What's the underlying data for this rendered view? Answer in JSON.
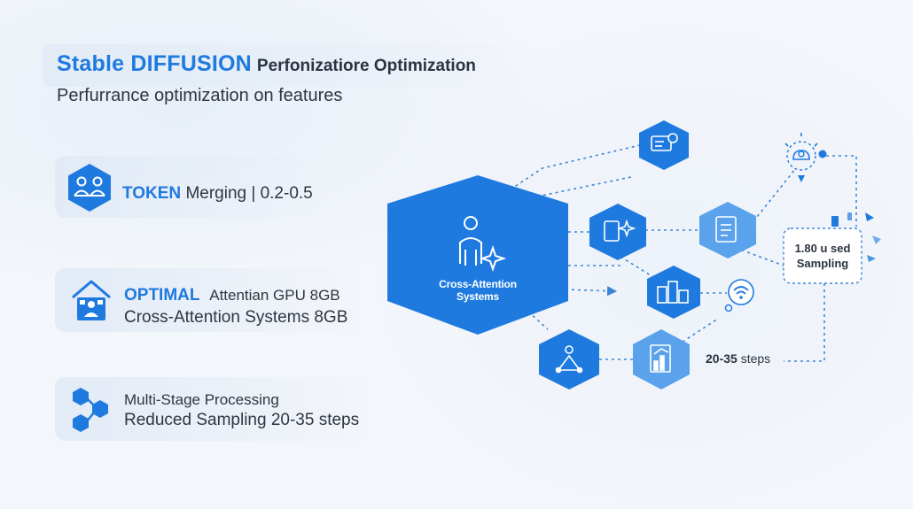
{
  "header": {
    "brand": "Stable DIFFUSION",
    "title_rest": "Perfonizatiore Optimization",
    "subtitle": "Perfurrance optimization on features"
  },
  "cards": [
    {
      "accent": "TOKEN",
      "line1": "Merging | 0.2-0.5",
      "icon": "people-hexagon-icon"
    },
    {
      "accent": "OPTIMAL",
      "line1": "Attentian GPU 8GB",
      "line2": "Cross-Attention Systems  8GB",
      "icon": "house-user-icon"
    },
    {
      "line1": "Multi-Stage Processing",
      "line2": "Reduced Sampling 20-35 steps",
      "icon": "hexagon-cluster-icon"
    }
  ],
  "diagram": {
    "central_label_1": "Cross-Attention",
    "central_label_2": "Systems",
    "box_label_1": "1.80 u sed",
    "box_label_2": "Sampling",
    "steps_value": "20-35",
    "steps_unit": "steps",
    "icons": {
      "central": "person-sparkle-icon",
      "top": "document-settings-icon",
      "mid_left": "tablet-sparkle-icon",
      "mid_right": "checklist-icon",
      "lower": "buildings-icon",
      "bottom_left": "network-person-icon",
      "bottom_right": "bar-chart-icon",
      "wifi": "wifi-gear-icon",
      "top_right": "cloud-person-icon"
    },
    "colors": {
      "primary": "#1f7ae0",
      "light": "#5aa2ec",
      "line": "#3d86d6"
    }
  }
}
